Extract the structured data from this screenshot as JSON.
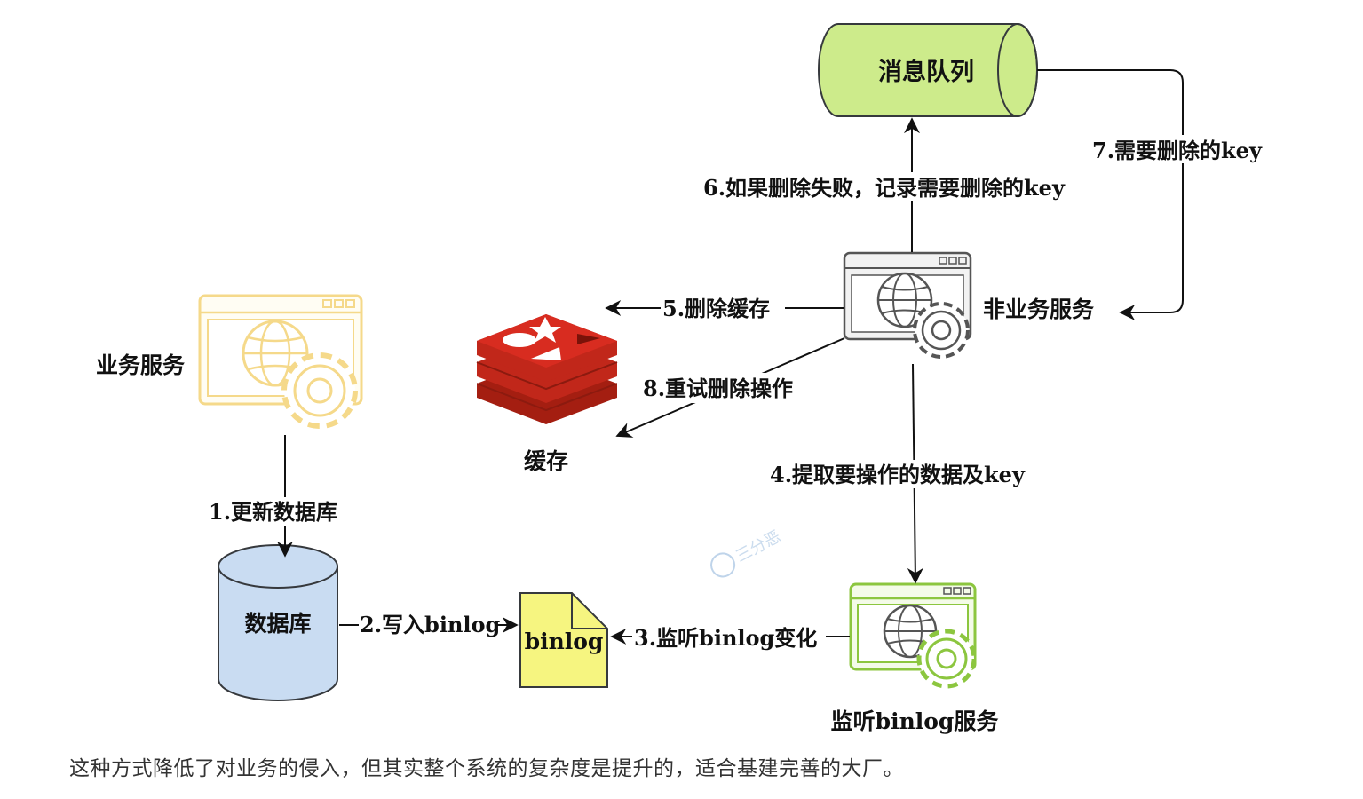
{
  "nodes": {
    "mq": "消息队列",
    "non_business": "非业务服务",
    "business": "业务服务",
    "cache": "缓存",
    "database": "数据库",
    "binlog": "binlog",
    "binlog_listener": "监听binlog服务"
  },
  "edges": {
    "e1": "1.更新数据库",
    "e2": "2.写入binlog",
    "e3": "3.监听binlog变化",
    "e4": "4.提取要操作的数据及key",
    "e5": "5.删除缓存",
    "e6": "6.如果删除失败，记录需要删除的key",
    "e7": "7.需要删除的key",
    "e8": "8.重试删除操作"
  },
  "watermark": "三分恶",
  "caption": "这种方式降低了对业务的侵入，但其实整个系统的复杂度是提升的，适合基建完善的大厂。",
  "colors": {
    "mq_fill": "#cdeb8b",
    "mq_stroke": "#36393d",
    "business_stroke": "#f5d98a",
    "non_business_stroke": "#555555",
    "listener_stroke": "#8cc63f",
    "db_fill": "#c9dcf2",
    "binlog_fill": "#f6f580",
    "redis_red": "#d82c20"
  }
}
